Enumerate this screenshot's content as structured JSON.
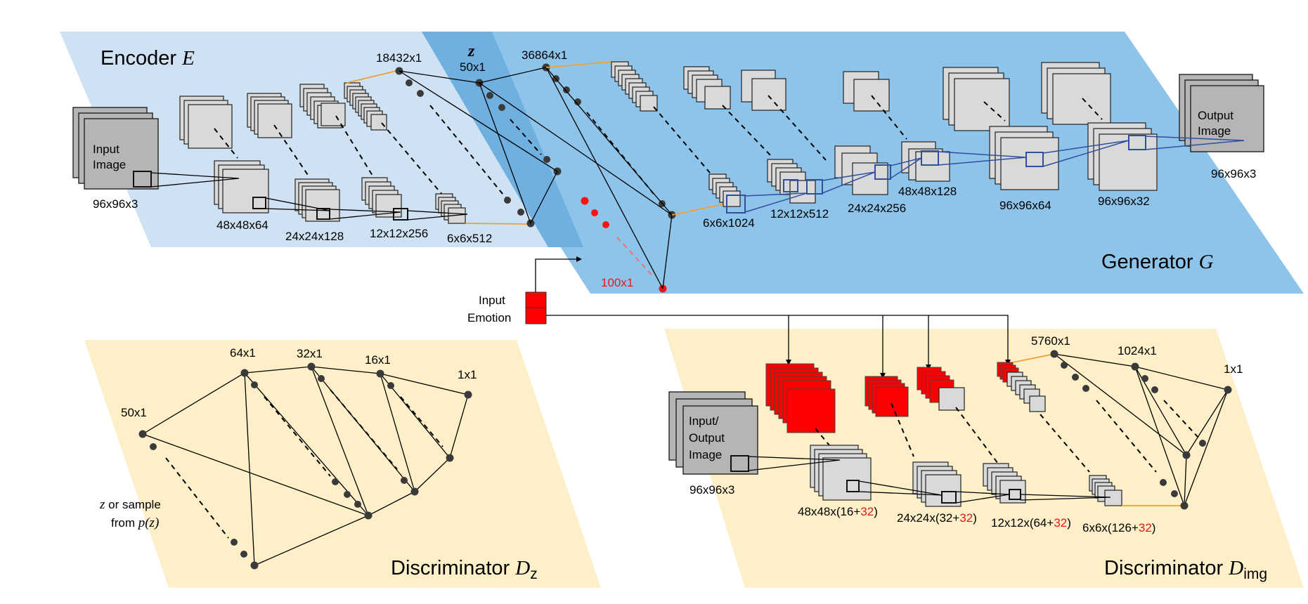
{
  "colors": {
    "encoder_panel": "#cfe2f3",
    "generator_panel": "#8fc4ea",
    "overlap_panel": "#6fb0e0",
    "discriminator_panel": "#fdefc8",
    "emotion_red": "#ff0000",
    "feature_map_gray": "#d9d9d9",
    "image_gray": "#b5b5b5"
  },
  "encoder": {
    "title": "Encoder",
    "symbol": "E",
    "input_label_1": "Input",
    "input_label_2": "Image",
    "sizes": [
      "96x96x3",
      "48x48x64",
      "24x24x128",
      "12x12x256",
      "6x6x512"
    ],
    "flat": "18432x1"
  },
  "latent": {
    "symbol": "z",
    "size": "50x1"
  },
  "generator": {
    "title": "Generator",
    "symbol": "G",
    "flat": "36864x1",
    "sizes": [
      "6x6x1024",
      "12x12x512",
      "24x24x256",
      "48x48x128",
      "96x96x64",
      "96x96x32",
      "96x96x3"
    ],
    "output_label_1": "Output",
    "output_label_2": "Image"
  },
  "emotion": {
    "label_1": "Input",
    "label_2": "Emotion",
    "vector_size": "100x1"
  },
  "dz": {
    "title": "Discriminator",
    "symbol": "D",
    "subscript": "z",
    "layers": [
      "50x1",
      "64x1",
      "32x1",
      "16x1",
      "1x1"
    ],
    "note_z": "z",
    "note_rest": "or sample",
    "note_from": "from",
    "note_pz": "p(z)"
  },
  "dimg": {
    "title": "Discriminator",
    "symbol": "D",
    "subscript": "img",
    "input_label_1": "Input/",
    "input_label_2": "Output",
    "input_label_3": "Image",
    "input_size": "96x96x3",
    "conv_layers": [
      {
        "base": "48x48x(16+",
        "extra": "32",
        "close": ")"
      },
      {
        "base": "24x24x(32+",
        "extra": "32",
        "close": ")"
      },
      {
        "base": "12x12x(64+",
        "extra": "32",
        "close": ")"
      },
      {
        "base": "6x6x(126+",
        "extra": "32",
        "close": ")"
      }
    ],
    "fc_layers": [
      "5760x1",
      "1024x1",
      "1x1"
    ]
  }
}
